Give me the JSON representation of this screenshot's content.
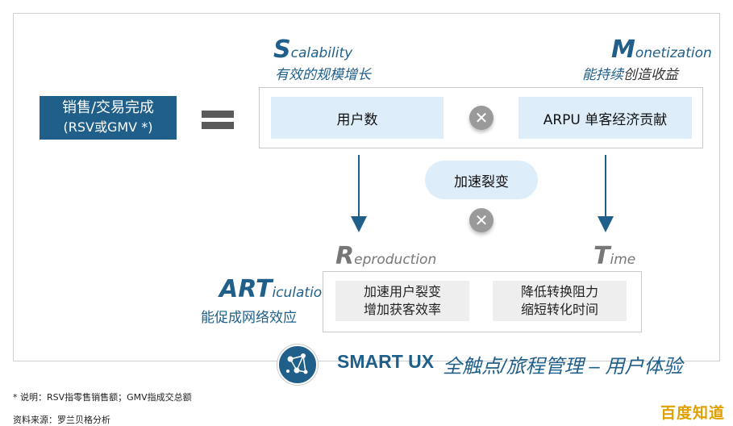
{
  "left_box": {
    "line1": "销售/交易完成",
    "line2": "(RSV或GMV *)"
  },
  "scalability": {
    "big": "S",
    "rest": "calability",
    "cn": "有效的规模增长"
  },
  "monetization": {
    "big": "M",
    "rest": "onetization",
    "cn_blue": "能持续",
    "cn_dark": "创造收益"
  },
  "top_cells": {
    "left": "用户数",
    "right": "ARPU  单客经济贡献"
  },
  "pill": "加速裂变",
  "reproduction": {
    "big": "R",
    "rest": "eproduction"
  },
  "time": {
    "big": "T",
    "rest": "ime"
  },
  "articulation": {
    "big": "ART",
    "rest": "iculation",
    "cn_blue": "能促成",
    "cn_dark": "网络效应"
  },
  "bottom_cells": {
    "left": [
      "加速用户裂变",
      "增加获客效率"
    ],
    "right": [
      "降低转换阻力",
      "缩短转化时间"
    ]
  },
  "smart_ux": "SMART UX",
  "journey": "全触点/旅程管理 – 用户体验",
  "notes": {
    "line1": "* 说明：RSV指零售销售额；GMV指成交总额",
    "line2": "资料来源：罗兰贝格分析"
  },
  "watermark": "百度知道",
  "colors": {
    "accent": "#1f5f8a",
    "cell_blue": "#ddeefa",
    "cell_gray": "#eeeeee"
  }
}
